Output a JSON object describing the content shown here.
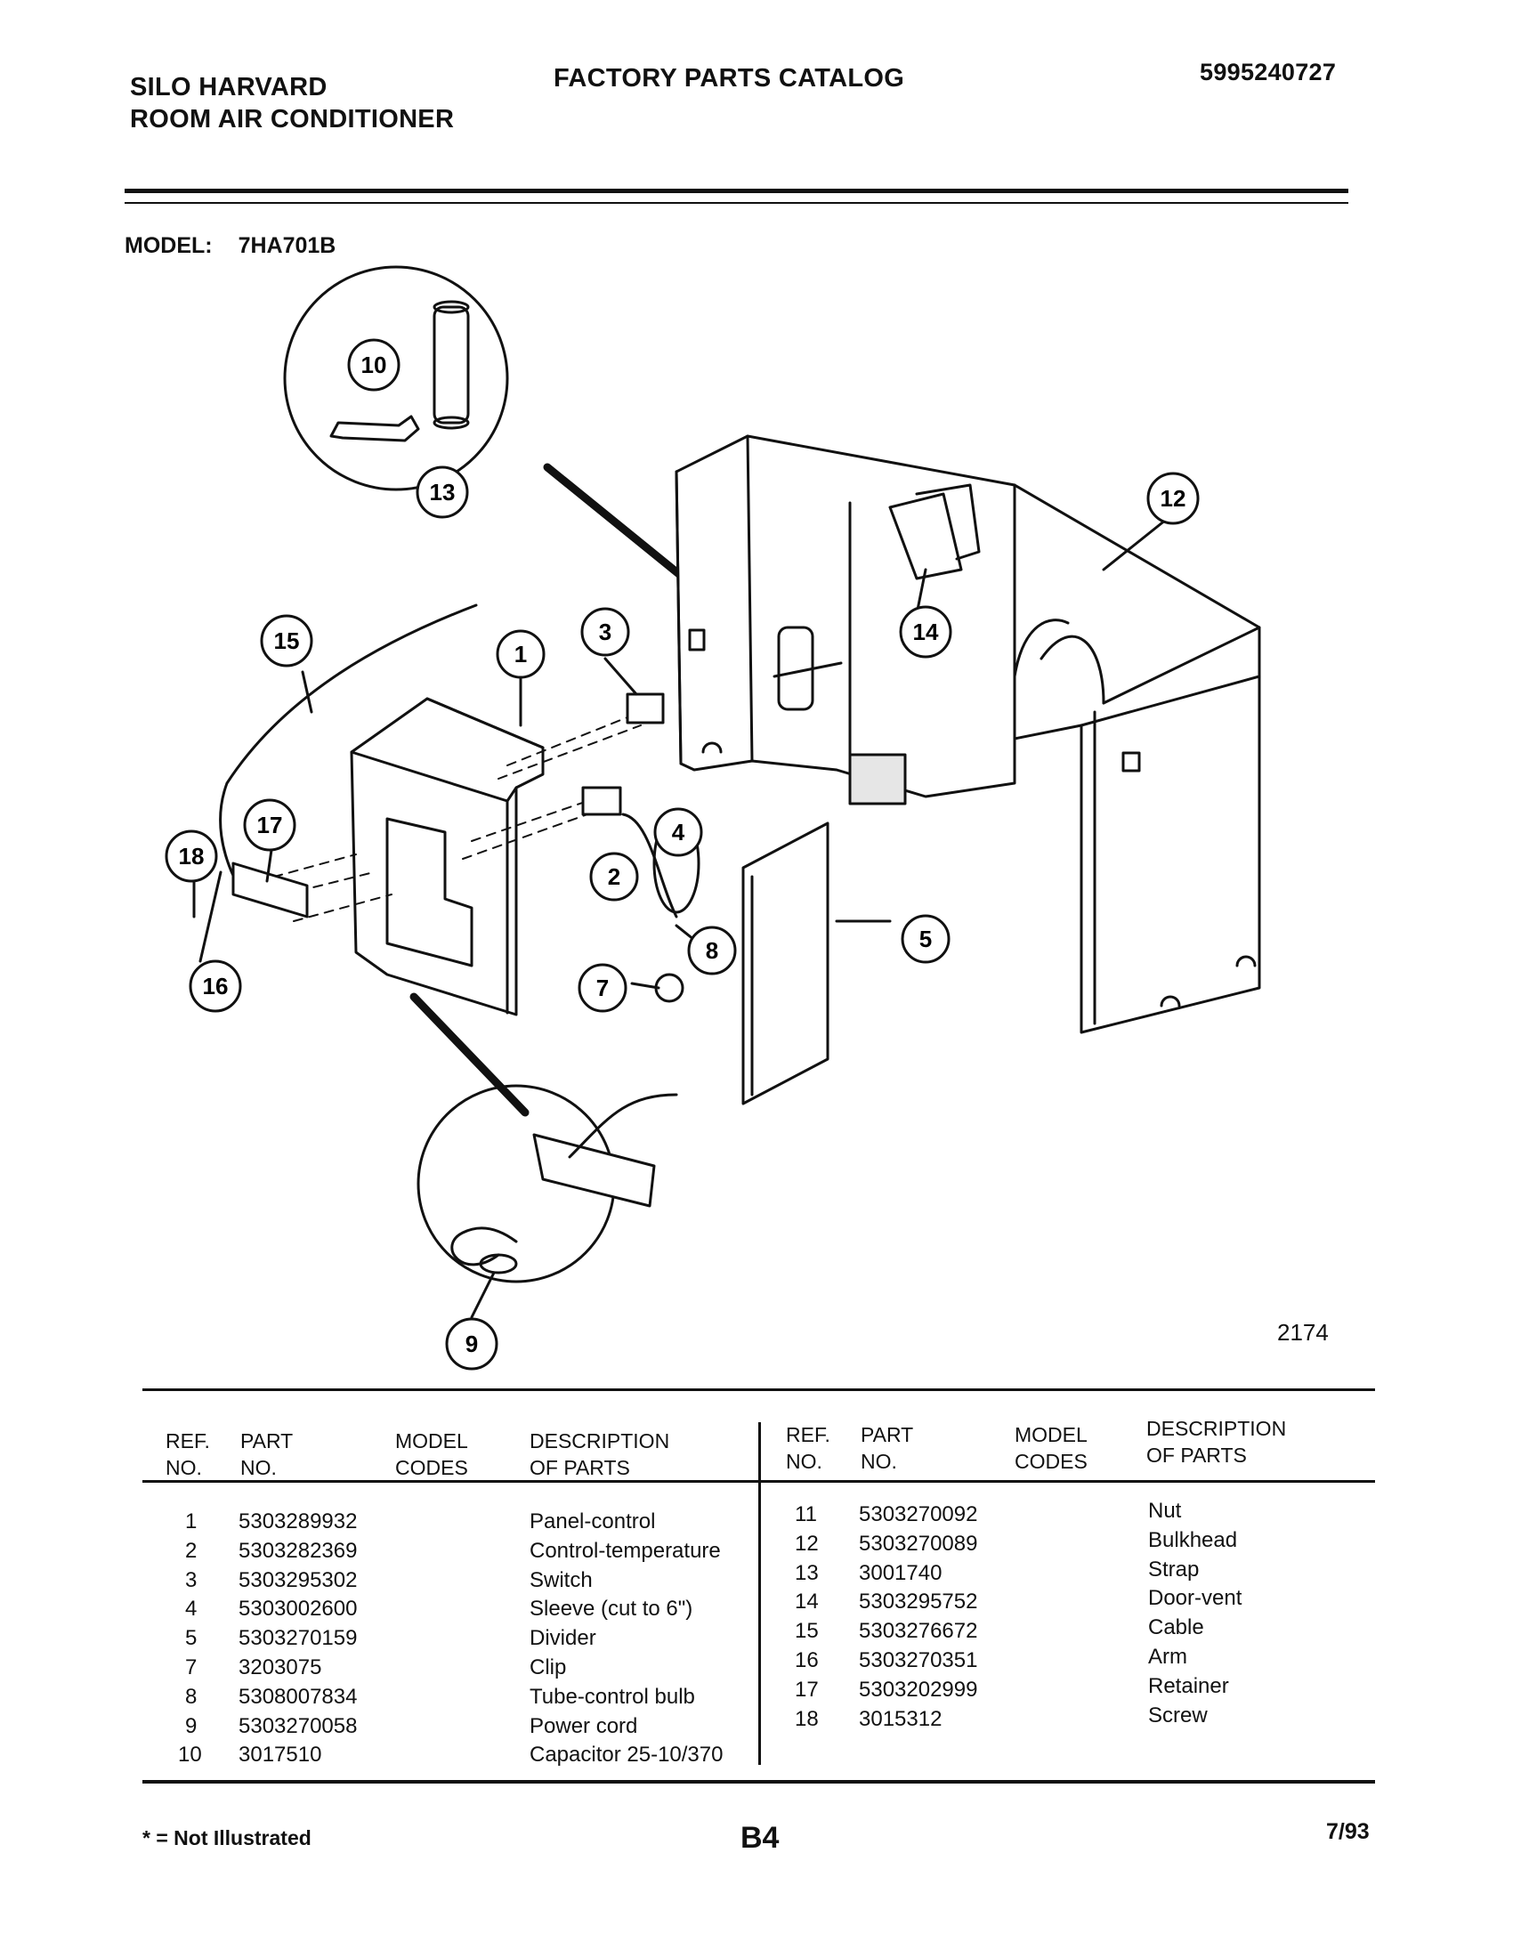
{
  "header": {
    "brand_line1": "SILO HARVARD",
    "brand_line2": "ROOM AIR CONDITIONER",
    "catalog_title": "FACTORY PARTS CATALOG",
    "catalog_number": "5995240727"
  },
  "model": {
    "label": "MODEL:",
    "value": "7HA701B"
  },
  "diagram": {
    "number": "2174",
    "callouts": [
      "1",
      "2",
      "3",
      "4",
      "5",
      "7",
      "8",
      "9",
      "10",
      "12",
      "13",
      "14",
      "15",
      "16",
      "17",
      "18"
    ]
  },
  "table": {
    "headers": {
      "ref_no": [
        "REF.",
        "NO."
      ],
      "part_no": [
        "PART",
        "NO."
      ],
      "model_codes": [
        "MODEL",
        "CODES"
      ],
      "description": [
        "DESCRIPTION",
        "OF PARTS"
      ]
    },
    "left_rows": [
      {
        "ref": "1",
        "part": "5303289932",
        "code": "",
        "desc": "Panel-control"
      },
      {
        "ref": "2",
        "part": "5303282369",
        "code": "",
        "desc": "Control-temperature"
      },
      {
        "ref": "3",
        "part": "5303295302",
        "code": "",
        "desc": "Switch"
      },
      {
        "ref": "4",
        "part": "5303002600",
        "code": "",
        "desc": "Sleeve (cut to 6\")"
      },
      {
        "ref": "5",
        "part": "5303270159",
        "code": "",
        "desc": "Divider"
      },
      {
        "ref": "7",
        "part": "3203075",
        "code": "",
        "desc": "Clip"
      },
      {
        "ref": "8",
        "part": "5308007834",
        "code": "",
        "desc": "Tube-control bulb"
      },
      {
        "ref": "9",
        "part": "5303270058",
        "code": "",
        "desc": "Power cord"
      },
      {
        "ref": "10",
        "part": "3017510",
        "code": "",
        "desc": "Capacitor 25-10/370"
      }
    ],
    "right_rows": [
      {
        "ref": "11",
        "part": "5303270092",
        "code": "",
        "desc": "Nut"
      },
      {
        "ref": "12",
        "part": "5303270089",
        "code": "",
        "desc": "Bulkhead"
      },
      {
        "ref": "13",
        "part": "3001740",
        "code": "",
        "desc": "Strap"
      },
      {
        "ref": "14",
        "part": "5303295752",
        "code": "",
        "desc": "Door-vent"
      },
      {
        "ref": "15",
        "part": "5303276672",
        "code": "",
        "desc": "Cable"
      },
      {
        "ref": "16",
        "part": "5303270351",
        "code": "",
        "desc": "Arm"
      },
      {
        "ref": "17",
        "part": "5303202999",
        "code": "",
        "desc": "Retainer"
      },
      {
        "ref": "18",
        "part": "3015312",
        "code": "",
        "desc": "Screw"
      }
    ]
  },
  "footer": {
    "note": "* = Not Illustrated",
    "page": "B4",
    "date": "7/93"
  }
}
